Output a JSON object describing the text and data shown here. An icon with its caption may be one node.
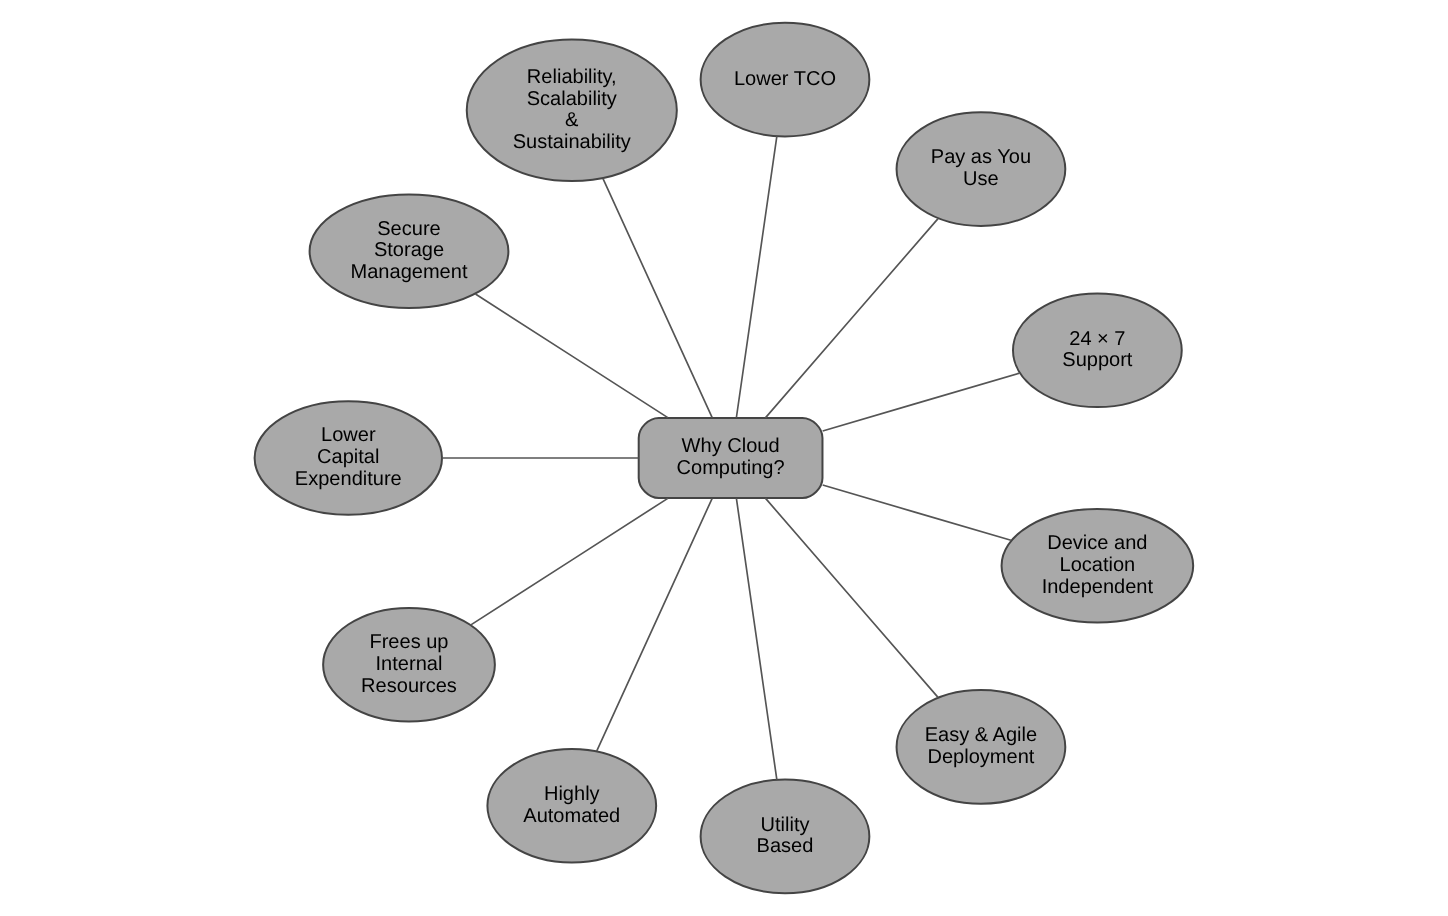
{
  "diagram": {
    "nodes": [
      {
        "text": [
          "Why Cloud Computing?"
        ]
      },
      {
        "text": [
          "24 × 7 Support"
        ]
      },
      {
        "text": [
          "Pay as You Use"
        ]
      },
      {
        "text": [
          "Lower TCO"
        ]
      },
      {
        "text": [
          "Reliability, Scalability & Sustainability"
        ]
      },
      {
        "text": [
          "Secure Storage Management"
        ]
      },
      {
        "text": [
          "Lower Capital Expenditure"
        ]
      },
      {
        "text": [
          "Frees up Internal Resources"
        ]
      },
      {
        "text": [
          "Highly Automated"
        ]
      },
      {
        "text": [
          "Utility Based"
        ]
      },
      {
        "text": [
          "Easy & Agile Deployment"
        ]
      },
      {
        "text": [
          "Device and Location Independent"
        ]
      }
    ],
    "edges": [
      {
        "from": 0,
        "to": 1,
        "arrow": "none"
      },
      {
        "from": 0,
        "to": 2,
        "arrow": "none"
      },
      {
        "from": 0,
        "to": 3,
        "arrow": "none"
      },
      {
        "from": 0,
        "to": 4,
        "arrow": "none"
      },
      {
        "from": 0,
        "to": 5,
        "arrow": "none"
      },
      {
        "from": 0,
        "to": 6,
        "arrow": "none"
      },
      {
        "from": 0,
        "to": 7,
        "arrow": "none"
      },
      {
        "from": 0,
        "to": 8,
        "arrow": "none"
      },
      {
        "from": 0,
        "to": 9,
        "arrow": "none"
      },
      {
        "from": 0,
        "to": 10,
        "arrow": "none"
      },
      {
        "from": 0,
        "to": 11,
        "arrow": "none"
      }
    ]
  }
}
